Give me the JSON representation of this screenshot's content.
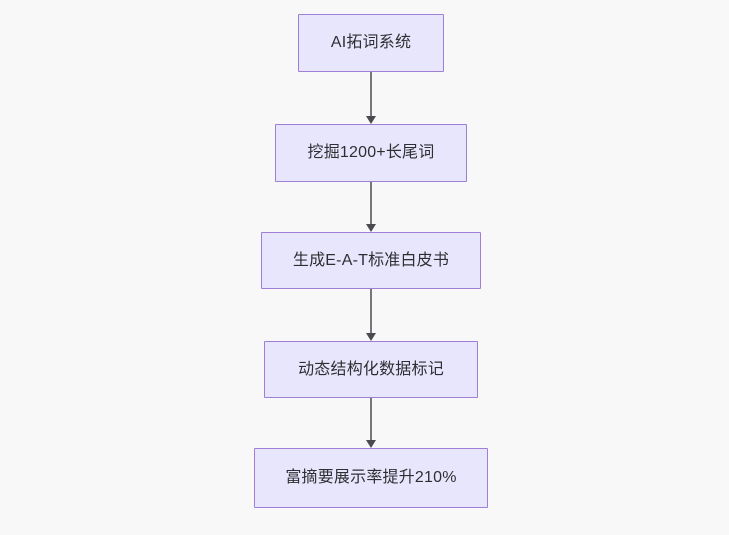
{
  "diagram": {
    "type": "flowchart",
    "orientation": "top-to-bottom",
    "background_color": "#f8f8f8",
    "node_fill_color": "#e8e6fc",
    "node_border_color": "#9d80d6",
    "node_text_color": "#2f2f33",
    "edge_color": "#77777b",
    "arrowhead_color": "#4a4a4f",
    "nodes": [
      {
        "id": "node-1",
        "label": "AI拓词系统"
      },
      {
        "id": "node-2",
        "label": "挖掘1200+长尾词"
      },
      {
        "id": "node-3",
        "label": "生成E-A-T标准白皮书"
      },
      {
        "id": "node-4",
        "label": "动态结构化数据标记"
      },
      {
        "id": "node-5",
        "label": "富摘要展示率提升210%"
      }
    ],
    "edges": [
      {
        "id": "edge-1",
        "from": "node-1",
        "to": "node-2",
        "label": ""
      },
      {
        "id": "edge-2",
        "from": "node-2",
        "to": "node-3",
        "label": ""
      },
      {
        "id": "edge-3",
        "from": "node-3",
        "to": "node-4",
        "label": ""
      },
      {
        "id": "edge-4",
        "from": "node-4",
        "to": "node-5",
        "label": ""
      }
    ]
  }
}
